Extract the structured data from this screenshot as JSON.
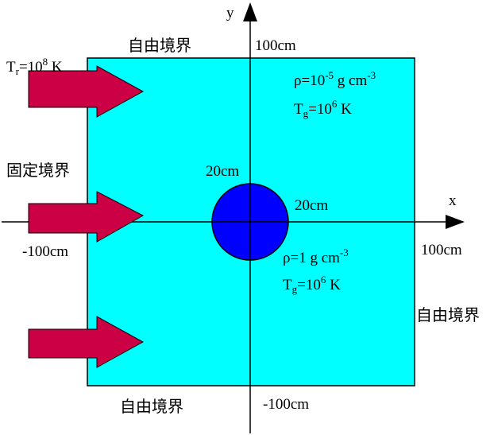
{
  "colors": {
    "domain_fill": "#00ffff",
    "cloud_fill": "#0000ff",
    "arrow_fill": "#cc0044",
    "line": "#000000",
    "background": "#ffffff"
  },
  "axes": {
    "x_label": "x",
    "y_label": "y"
  },
  "boundaries": {
    "top": "自由境界",
    "bottom": "自由境界",
    "right": "自由境界",
    "left": "固定境界"
  },
  "coordinates": {
    "x_max": "100cm",
    "x_min": "-100cm",
    "y_max": "100cm",
    "y_min": "-100cm"
  },
  "radiation": {
    "symbol": "T",
    "subscript": "r",
    "equals_base": "=10",
    "exponent": "8",
    "unit": " K"
  },
  "ambient": {
    "density_prefix": "ρ=10",
    "density_exponent": "-5",
    "density_unit": " g cm",
    "density_unit_exponent": "-3",
    "temp_symbol": "T",
    "temp_subscript": "g",
    "temp_base": "=10",
    "temp_exponent": "6",
    "temp_unit": " K"
  },
  "cloud": {
    "height_label": "20cm",
    "width_label": "20cm",
    "density_prefix": "ρ=1 g cm",
    "density_unit_exponent": "-3",
    "temp_symbol": "T",
    "temp_subscript": "g",
    "temp_base": "=10",
    "temp_exponent": "6",
    "temp_unit": " K"
  },
  "inflow_arrows": {
    "count": 3,
    "icon": "right-arrow-icon"
  }
}
